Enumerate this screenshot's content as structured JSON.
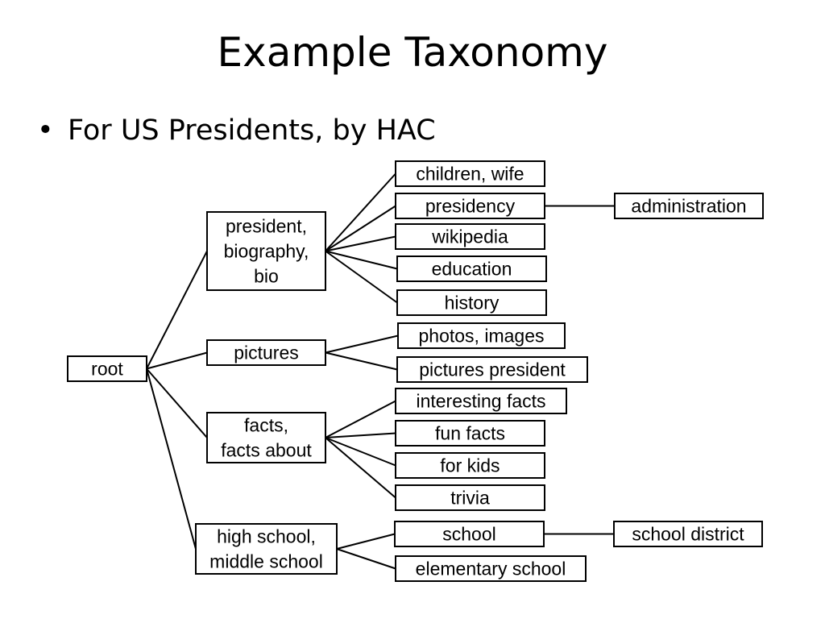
{
  "slide": {
    "title": "Example Taxonomy",
    "bullet": "•",
    "bullet_text": "For US Presidents, by HAC"
  },
  "taxonomy": {
    "nodes": {
      "root": [
        "root"
      ],
      "president_biography_bio": [
        "president,",
        "biography,",
        "bio"
      ],
      "pictures": [
        "pictures"
      ],
      "facts_facts_about": [
        "facts,",
        "facts about"
      ],
      "high_school_middle_school": [
        "high school,",
        "middle school"
      ],
      "children_wife": [
        "children, wife"
      ],
      "presidency": [
        "presidency"
      ],
      "administration": [
        "administration"
      ],
      "wikipedia": [
        "wikipedia"
      ],
      "education": [
        "education"
      ],
      "history": [
        "history"
      ],
      "photos_images": [
        "photos, images"
      ],
      "pictures_president": [
        "pictures president"
      ],
      "interesting_facts": [
        "interesting facts"
      ],
      "fun_facts": [
        "fun facts"
      ],
      "for_kids": [
        "for kids"
      ],
      "trivia": [
        "trivia"
      ],
      "school": [
        "school"
      ],
      "school_district": [
        "school district"
      ],
      "elementary_school": [
        "elementary school"
      ]
    },
    "edges": [
      [
        "root",
        "president_biography_bio"
      ],
      [
        "root",
        "pictures"
      ],
      [
        "root",
        "facts_facts_about"
      ],
      [
        "root",
        "high_school_middle_school"
      ],
      [
        "president_biography_bio",
        "children_wife"
      ],
      [
        "president_biography_bio",
        "presidency"
      ],
      [
        "president_biography_bio",
        "wikipedia"
      ],
      [
        "president_biography_bio",
        "education"
      ],
      [
        "president_biography_bio",
        "history"
      ],
      [
        "presidency",
        "administration"
      ],
      [
        "pictures",
        "photos_images"
      ],
      [
        "pictures",
        "pictures_president"
      ],
      [
        "facts_facts_about",
        "interesting_facts"
      ],
      [
        "facts_facts_about",
        "fun_facts"
      ],
      [
        "facts_facts_about",
        "for_kids"
      ],
      [
        "facts_facts_about",
        "trivia"
      ],
      [
        "high_school_middle_school",
        "school"
      ],
      [
        "high_school_middle_school",
        "elementary_school"
      ],
      [
        "school",
        "school_district"
      ]
    ]
  }
}
